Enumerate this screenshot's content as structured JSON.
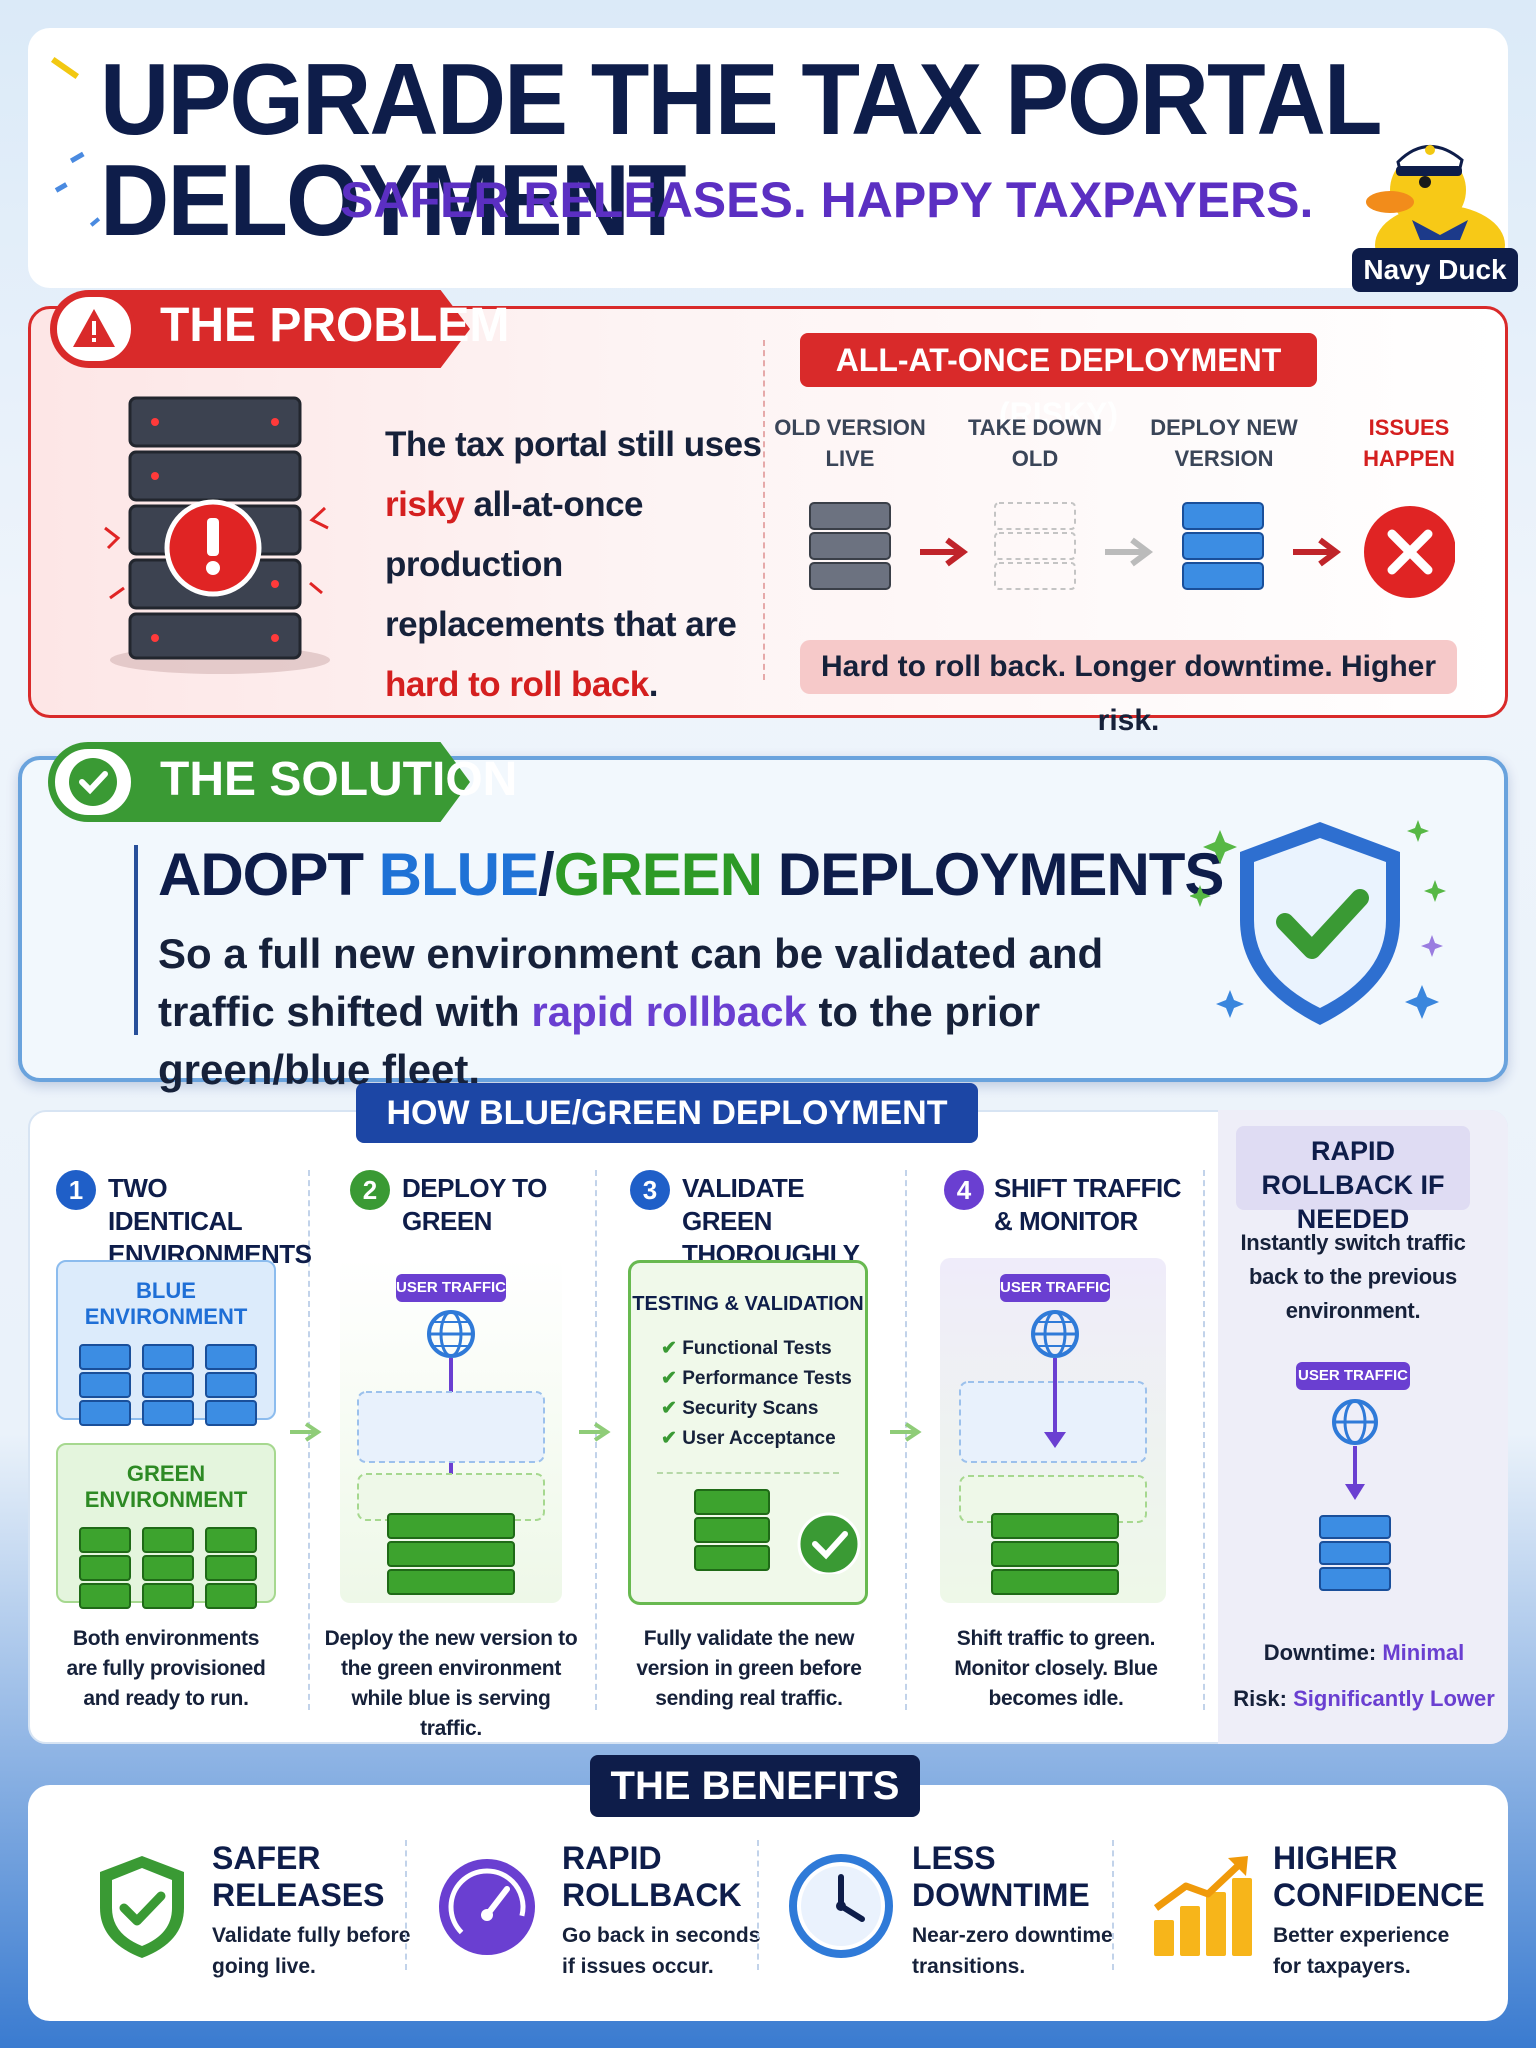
{
  "header": {
    "title": "UPGRADE THE TAX PORTAL DELOYMENT",
    "subtitle": "SAFER RELEASES. HAPPY TAXPAYERS.",
    "mascot_label": "Navy Duck"
  },
  "problem": {
    "heading": "THE PROBLEM",
    "text_1": "The tax portal still uses",
    "text_risky": "risky",
    "text_2": " all-at-once production replacements that are",
    "text_hard": "hard to roll back",
    "text_3": ".",
    "banner": "ALL-AT-ONCE DEPLOYMENT (RISKY)",
    "steps": [
      {
        "label": "OLD VERSION LIVE"
      },
      {
        "label": "TAKE DOWN OLD"
      },
      {
        "label": "DEPLOY NEW VERSION"
      },
      {
        "label": "ISSUES HAPPEN"
      }
    ],
    "footer": "Hard to roll back. Longer downtime. Higher risk."
  },
  "solution": {
    "heading": "THE SOLUTION",
    "title_1": "ADOPT ",
    "title_blue": "BLUE",
    "title_slash": "/",
    "title_green": "GREEN",
    "title_2": " DEPLOYMENTS",
    "text_1": "So a full new environment can be validated and traffic shifted with ",
    "text_highlight": "rapid rollback",
    "text_2": " to the prior green/blue fleet."
  },
  "how": {
    "banner": "HOW BLUE/GREEN DEPLOYMENT WORKS",
    "steps": [
      {
        "num": "1",
        "title": "TWO IDENTICAL ENVIRONMENTS",
        "desc": "Both environments are fully provisioned and ready to run.",
        "blue_label": "BLUE ENVIRONMENT",
        "green_label": "GREEN ENVIRONMENT"
      },
      {
        "num": "2",
        "title": "DEPLOY TO GREEN",
        "desc": "Deploy the new version to the green environment while blue is serving traffic.",
        "traffic": "USER TRAFFIC"
      },
      {
        "num": "3",
        "title": "VALIDATE GREEN THOROUGHLY",
        "desc": "Fully validate the new version in green before sending real traffic.",
        "box_title": "TESTING & VALIDATION",
        "checks": [
          "Functional Tests",
          "Performance Tests",
          "Security Scans",
          "User Acceptance"
        ]
      },
      {
        "num": "4",
        "title": "SHIFT TRAFFIC & MONITOR",
        "desc": "Shift traffic to green. Monitor closely. Blue becomes idle.",
        "traffic": "USER TRAFFIC"
      }
    ],
    "rollback": {
      "title": "RAPID ROLLBACK IF NEEDED",
      "desc": "Instantly switch traffic back to the previous environment.",
      "traffic": "USER TRAFFIC",
      "downtime_label": "Downtime: ",
      "downtime_value": "Minimal",
      "risk_label": "Risk: ",
      "risk_value": "Significantly Lower"
    }
  },
  "benefits": {
    "banner": "THE BENEFITS",
    "items": [
      {
        "title_1": "SAFER",
        "title_2": "RELEASES",
        "desc_1": "Validate fully before",
        "desc_2": "going live.",
        "icon": "shield-check-icon"
      },
      {
        "title_1": "RAPID",
        "title_2": "ROLLBACK",
        "desc_1": "Go back in seconds",
        "desc_2": "if issues occur.",
        "icon": "speedometer-icon"
      },
      {
        "title_1": "LESS",
        "title_2": "DOWNTIME",
        "desc_1": "Near-zero downtime",
        "desc_2": "transitions.",
        "icon": "clock-icon"
      },
      {
        "title_1": "HIGHER",
        "title_2": "CONFIDENCE",
        "desc_1": "Better experience",
        "desc_2": "for taxpayers.",
        "icon": "growth-chart-icon"
      }
    ]
  },
  "colors": {
    "navy": "#0e1d4a",
    "red": "#d92a2a",
    "green": "#3a9a34",
    "blue": "#1f72d6",
    "purple": "#6a3fd1"
  }
}
